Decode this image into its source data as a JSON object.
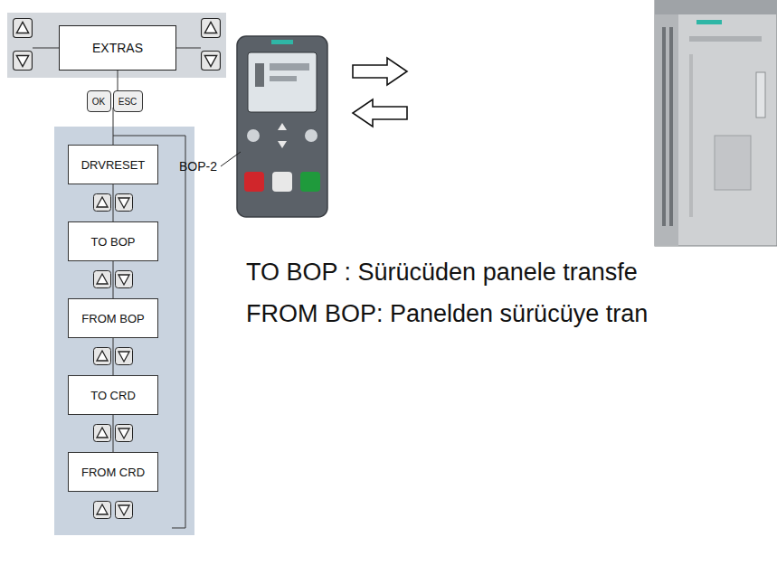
{
  "diagram": {
    "nodes": [
      {
        "text": [
          "EXTRAS"
        ]
      },
      {
        "text": [
          "OK"
        ]
      },
      {
        "text": [
          "ESC"
        ]
      },
      {
        "text": [
          "DRVRESET"
        ]
      },
      {
        "text": [
          "TO BOP"
        ]
      },
      {
        "text": [
          "FROM BOP"
        ]
      },
      {
        "text": [
          "TO CRD"
        ]
      },
      {
        "text": [
          "FROM CRD"
        ]
      }
    ],
    "edges": [
      {
        "from": 0,
        "to": 3,
        "arrow": "none"
      },
      {
        "from": 3,
        "to": 4,
        "arrow": "none"
      },
      {
        "from": 4,
        "to": 5,
        "arrow": "none"
      },
      {
        "from": 5,
        "to": 6,
        "arrow": "none"
      },
      {
        "from": 6,
        "to": 7,
        "arrow": "none"
      }
    ],
    "labels": [
      "BOP-2",
      "TO BOP : Sürücüden panele transfe",
      "FROM BOP: Panelden sürücüye tran"
    ]
  }
}
